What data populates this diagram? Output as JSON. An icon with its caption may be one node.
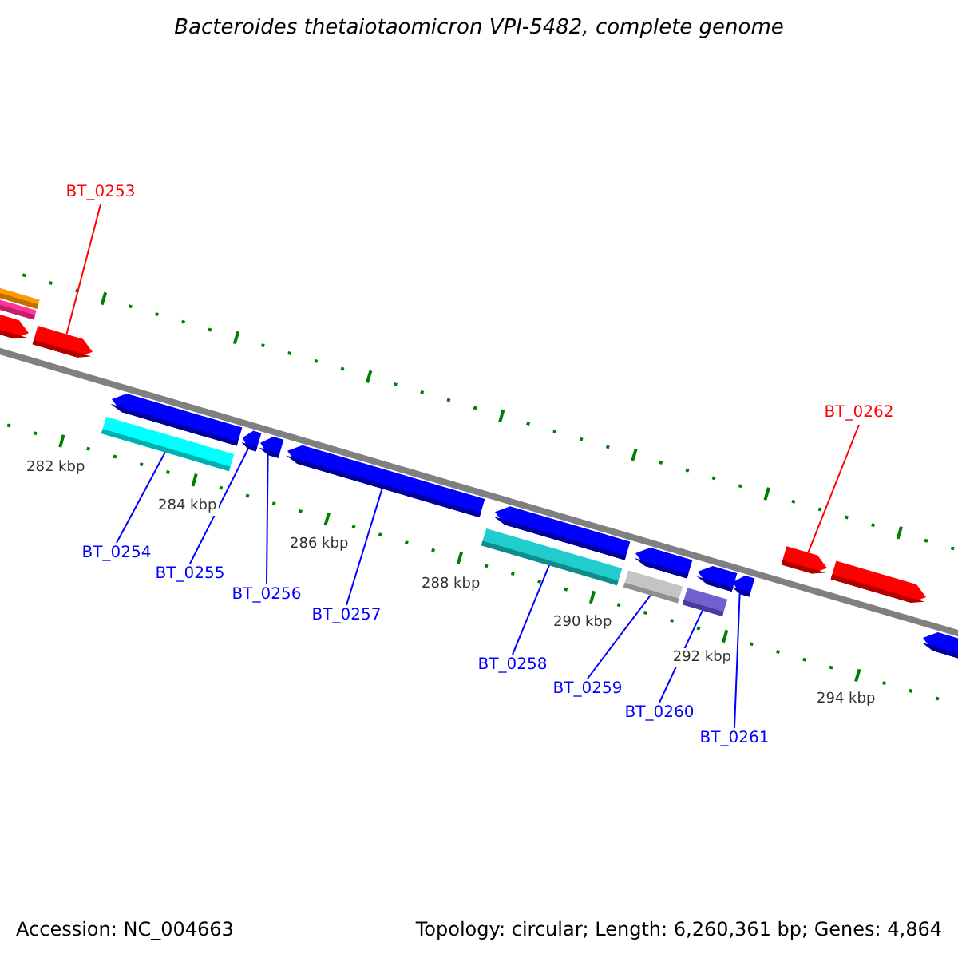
{
  "diagram": {
    "title": "Bacteroides thetaiotaomicron VPI-5482, complete genome",
    "nodes": [
      {
        "text": [
          "BT_0253"
        ]
      },
      {
        "text": [
          "BT_0254"
        ]
      },
      {
        "text": [
          "BT_0255"
        ]
      },
      {
        "text": [
          "BT_0256"
        ]
      },
      {
        "text": [
          "BT_0257"
        ]
      },
      {
        "text": [
          "BT_0258"
        ]
      },
      {
        "text": [
          "BT_0259"
        ]
      },
      {
        "text": [
          "BT_0260"
        ]
      },
      {
        "text": [
          "BT_0261"
        ]
      },
      {
        "text": [
          "BT_0262"
        ]
      },
      {
        "text": [],
        "shape": "bar"
      },
      {
        "text": [],
        "shape": "bar"
      },
      {
        "text": [],
        "shape": "arrow"
      },
      {
        "text": [],
        "shape": "arrow"
      },
      {
        "text": [],
        "shape": "bar"
      },
      {
        "text": [],
        "shape": "arrow"
      },
      {
        "text": [],
        "shape": "arrow"
      },
      {
        "text": [],
        "shape": "arrow"
      },
      {
        "text": [],
        "shape": "arrow"
      },
      {
        "text": [],
        "shape": "bar"
      },
      {
        "text": [],
        "shape": "arrow"
      },
      {
        "text": [],
        "shape": "bar"
      },
      {
        "text": [],
        "shape": "arrow"
      },
      {
        "text": [],
        "shape": "bar"
      },
      {
        "text": [],
        "shape": "arrow"
      },
      {
        "text": [],
        "shape": "arrow"
      },
      {
        "text": [],
        "shape": "arrow"
      },
      {
        "text": [],
        "shape": "arrow"
      },
      {
        "text": [],
        "shape": "arrow"
      }
    ],
    "edges": [
      {
        "from": 0,
        "to": 13,
        "arrow": "none",
        "color": "#ff0000"
      },
      {
        "from": 1,
        "to": 14,
        "arrow": "none"
      },
      {
        "from": 2,
        "to": 16,
        "arrow": "none"
      },
      {
        "from": 3,
        "to": 17,
        "arrow": "none"
      },
      {
        "from": 4,
        "to": 18,
        "arrow": "none"
      },
      {
        "from": 5,
        "to": 19,
        "arrow": "none"
      },
      {
        "from": 6,
        "to": 21,
        "arrow": "none"
      },
      {
        "from": 7,
        "to": 23,
        "arrow": "none"
      },
      {
        "from": 8,
        "to": 25,
        "arrow": "none"
      },
      {
        "from": 9,
        "to": 26,
        "arrow": "none",
        "color": "#ff0000"
      }
    ],
    "labels": [
      "282 kbp",
      "284 kbp",
      "286 kbp",
      "288 kbp",
      "290 kbp",
      "292 kbp",
      "294 kbp",
      "Accession: NC_004663",
      "Topology: circular; Length: 6,260,361 bp; Genes: 4,864"
    ]
  }
}
